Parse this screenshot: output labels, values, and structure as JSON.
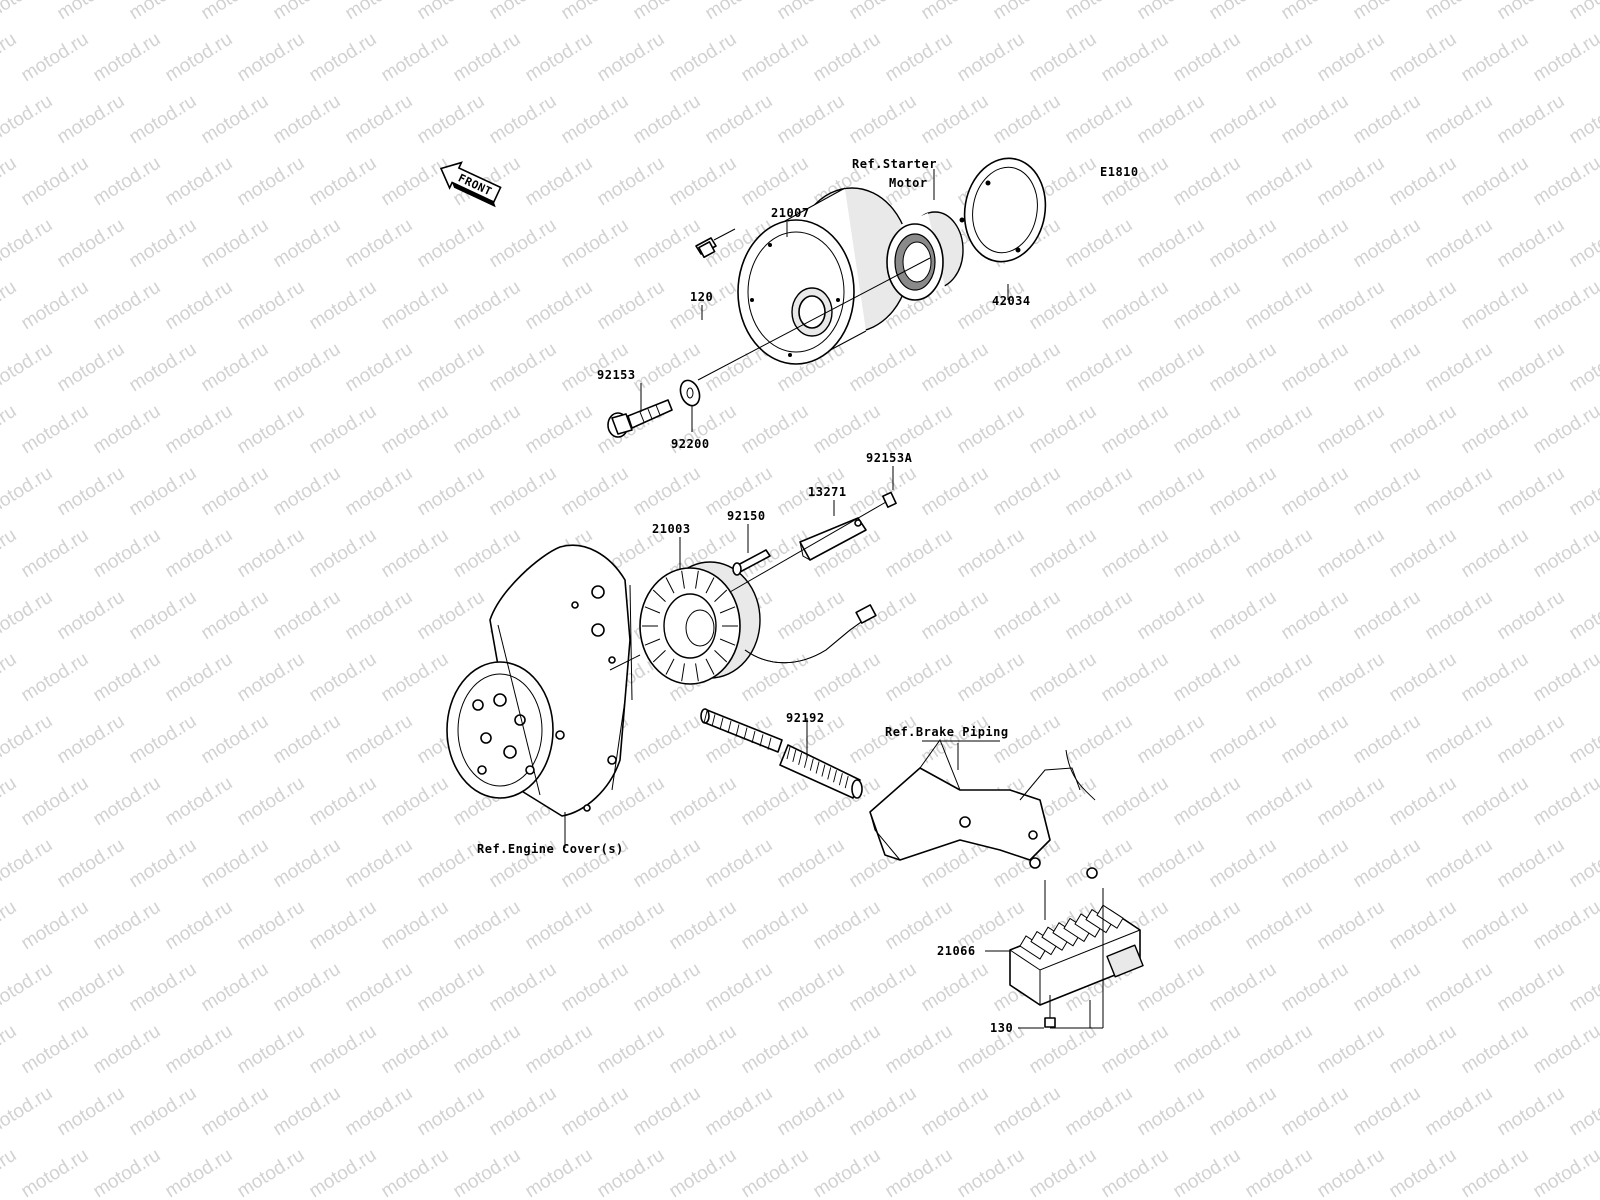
{
  "diagram": {
    "code": "E1810",
    "front_label": "FRONT",
    "watermark": "motod.ru",
    "parts": {
      "p21007": "21007",
      "p42034": "42034",
      "p120": "120",
      "p92153": "92153",
      "p92200": "92200",
      "p92153a": "92153A",
      "p13271": "13271",
      "p92150": "92150",
      "p21003": "21003",
      "p92192": "92192",
      "p21066": "21066",
      "p130": "130"
    },
    "refs": {
      "starter_line1": "Ref.Starter",
      "starter_line2": "Motor",
      "brake": "Ref.Brake Piping",
      "cover": "Ref.Engine Cover(s)"
    }
  }
}
